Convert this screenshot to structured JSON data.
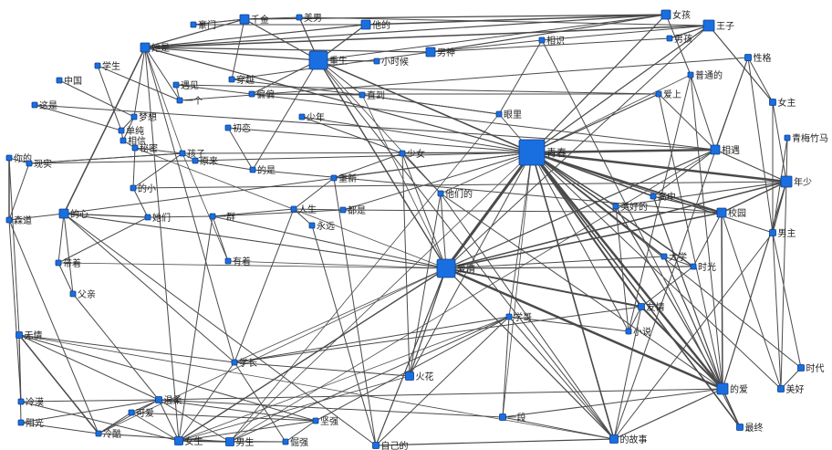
{
  "graph": {
    "nodes": [
      {
        "id": "qingchun",
        "label": "青春"
      },
      {
        "id": "aiqing",
        "label": "爱情"
      },
      {
        "id": "chongsheng",
        "label": "重生"
      },
      {
        "id": "nianshao",
        "label": "年少"
      },
      {
        "id": "deai",
        "label": "的爱"
      },
      {
        "id": "nvhai",
        "label": "女孩"
      },
      {
        "id": "wangzi",
        "label": "王子"
      },
      {
        "id": "xiaoyuan",
        "label": "校园"
      },
      {
        "id": "xiangyu",
        "label": "相遇"
      },
      {
        "id": "tade",
        "label": "他的"
      },
      {
        "id": "qianjin",
        "label": "千金"
      },
      {
        "id": "tashi",
        "label": "她是"
      },
      {
        "id": "nanshen",
        "label": "男神"
      },
      {
        "id": "dexin",
        "label": "的心"
      },
      {
        "id": "huohua",
        "label": "火花"
      },
      {
        "id": "nvsheng",
        "label": "女生"
      },
      {
        "id": "nansheng",
        "label": "男生"
      },
      {
        "id": "wuqing",
        "label": "无情"
      },
      {
        "id": "wenrou",
        "label": "温柔"
      },
      {
        "id": "youqing",
        "label": "友情"
      },
      {
        "id": "degushi",
        "label": "的故事"
      },
      {
        "id": "ziji",
        "label": "自己的"
      },
      {
        "id": "yiduan",
        "label": "一段"
      },
      {
        "id": "zuizhong",
        "label": "最终"
      },
      {
        "id": "shidai",
        "label": "时代"
      },
      {
        "id": "meihao",
        "label": "美好"
      },
      {
        "id": "nanzhu",
        "label": "男主"
      },
      {
        "id": "nvzhu",
        "label": "女主"
      },
      {
        "id": "xingge",
        "label": "性格"
      },
      {
        "id": "putong",
        "label": "普通的"
      },
      {
        "id": "aishang",
        "label": "爱上"
      },
      {
        "id": "qingmei",
        "label": "青梅竹马"
      },
      {
        "id": "gaozhong",
        "label": "高中"
      },
      {
        "id": "meihaode",
        "label": "美好的"
      },
      {
        "id": "daxue",
        "label": "大学"
      },
      {
        "id": "shiguang",
        "label": "时光"
      },
      {
        "id": "xiaoshuo",
        "label": "小说"
      },
      {
        "id": "xuezhang",
        "label": "学长"
      },
      {
        "id": "xuege",
        "label": "学哥"
      },
      {
        "id": "jianqiang",
        "label": "坚强"
      },
      {
        "id": "juejiang",
        "label": "倔强"
      },
      {
        "id": "kelian",
        "label": "可爱"
      },
      {
        "id": "lengku",
        "label": "冷酷"
      },
      {
        "id": "lengmo",
        "label": "冷漠"
      },
      {
        "id": "yangguang",
        "label": "阳光"
      },
      {
        "id": "senlin",
        "label": "森道"
      },
      {
        "id": "fuqin",
        "label": "父亲"
      },
      {
        "id": "daizhe",
        "label": "带着"
      },
      {
        "id": "youzhuo",
        "label": "有着"
      },
      {
        "id": "tamen",
        "label": "她们"
      },
      {
        "id": "yiqun",
        "label": "一群"
      },
      {
        "id": "rensheng",
        "label": "人生"
      },
      {
        "id": "yongyuan",
        "label": "永远"
      },
      {
        "id": "doushi",
        "label": "都是"
      },
      {
        "id": "chongxin",
        "label": "重新"
      },
      {
        "id": "tamende",
        "label": "他们的"
      },
      {
        "id": "shaonv",
        "label": "少女"
      },
      {
        "id": "shaonian",
        "label": "少年"
      },
      {
        "id": "chulian",
        "label": "初恋"
      },
      {
        "id": "deshi",
        "label": "的是"
      },
      {
        "id": "haizi",
        "label": "孩子"
      },
      {
        "id": "yige",
        "label": "一个"
      },
      {
        "id": "yuanjian",
        "label": "遇见"
      },
      {
        "id": "chuanyue",
        "label": "穿越"
      },
      {
        "id": "pianpian",
        "label": "偏偏"
      },
      {
        "id": "zhidao",
        "label": "直到"
      },
      {
        "id": "xiaoshihou",
        "label": "小时候"
      },
      {
        "id": "haomen",
        "label": "豪门"
      },
      {
        "id": "meinan",
        "label": "美男"
      },
      {
        "id": "xiangshi",
        "label": "相识"
      },
      {
        "id": "nanhai",
        "label": "男孩"
      },
      {
        "id": "yanli",
        "label": "眼里"
      },
      {
        "id": "xuesheng",
        "label": "学生"
      },
      {
        "id": "zhongguo",
        "label": "中国"
      },
      {
        "id": "zheshi",
        "label": "这是"
      },
      {
        "id": "mengxiang",
        "label": "梦想"
      },
      {
        "id": "danchun",
        "label": "单纯"
      },
      {
        "id": "xiangxin",
        "label": "相信"
      },
      {
        "id": "mimi",
        "label": "秘密"
      },
      {
        "id": "nide",
        "label": "你的"
      },
      {
        "id": "xianshi",
        "label": "现实"
      },
      {
        "id": "dexiao",
        "label": "的小"
      },
      {
        "id": "yuanlai",
        "label": "原来"
      }
    ]
  },
  "colors": {
    "node": "#1a6fe0",
    "node_border": "#0b3d8c",
    "edge": "#4a4a4a",
    "label": "#222222",
    "background": "#ffffff"
  }
}
